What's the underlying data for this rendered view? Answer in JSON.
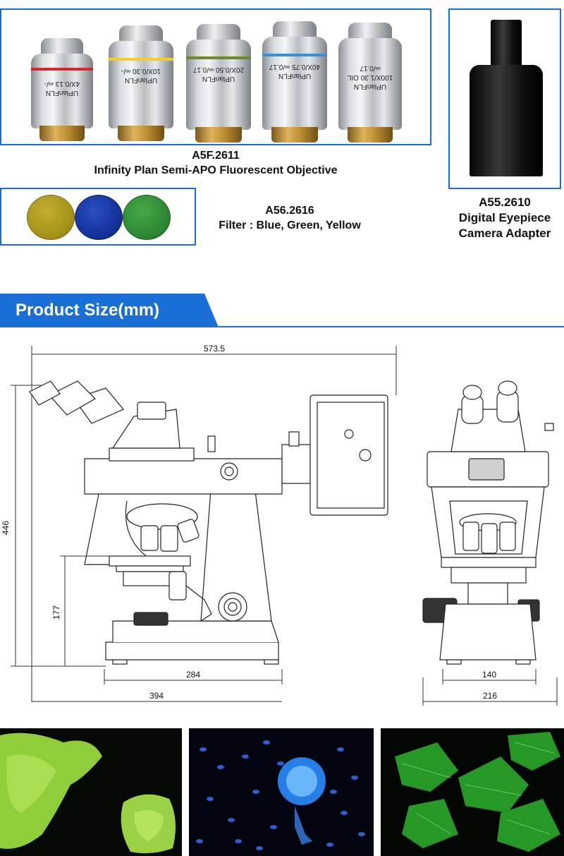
{
  "objective_set": {
    "code": "A5F.2611",
    "name": "Infinity Plan Semi-APO Fluorescent Objective",
    "objectives": [
      {
        "label": "UPlanFLN 4X/0.13 ∞/-",
        "ring_color": "#d9262b"
      },
      {
        "label": "UPlanFLN 10X/0.30 ∞/-",
        "ring_color": "#f2d021"
      },
      {
        "label": "UPlanFLN 20X/0.50 ∞/0.17",
        "ring_color": "#6f8a2c"
      },
      {
        "label": "UPlanFLN 40X/0.75 ∞/0.17",
        "ring_color": "#3a8fd8"
      },
      {
        "label": "UPlanFLN 100X/1.30 OIL ∞/0.17",
        "ring_color": "#ffffff"
      }
    ]
  },
  "filters": {
    "code": "A56.2616",
    "name": "Filter : Blue, Green, Yellow",
    "swatches": [
      {
        "color": "#a8941c"
      },
      {
        "color": "#15349a"
      },
      {
        "color": "#2e8a34"
      }
    ]
  },
  "adapter": {
    "code": "A55.2610",
    "line1": "Digital Eyepiece",
    "line2": "Camera Adapter"
  },
  "section": {
    "title": "Product Size(mm)",
    "accent": "#1a6fd6"
  },
  "dimensions": {
    "total_width": "573.5",
    "height": "446",
    "stage_height": "177",
    "base_depth": "284",
    "body_depth": "394",
    "front_inner_width": "140",
    "front_width": "216"
  },
  "photos": [
    {
      "subject": "green-fluorescence-tissue"
    },
    {
      "subject": "blue-dapi-nuclei"
    },
    {
      "subject": "green-actin-cells"
    }
  ]
}
